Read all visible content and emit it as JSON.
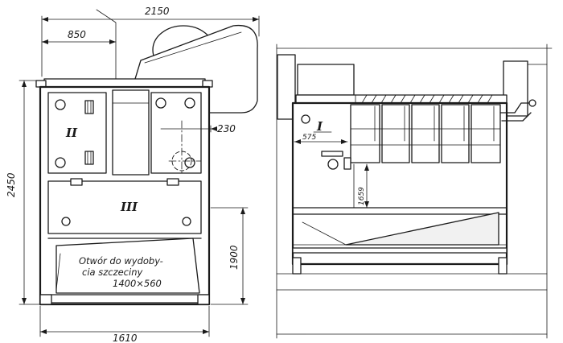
{
  "front_view": {
    "dimensions": {
      "overall_width_top": "2150",
      "offset_width_top": "850",
      "overall_height": "2450",
      "offset_side": "230",
      "lower_height": "1900",
      "base_width": "1610"
    },
    "section_labels": {
      "upper_left": "II",
      "lower": "III"
    },
    "note": {
      "line1": "Otwór do wydoby-",
      "line2": "cia szczeciny",
      "line3": "1400×560"
    }
  },
  "side_view": {
    "dimensions": {
      "left_offset": "575",
      "vertical": "1659"
    },
    "section_labels": {
      "left": "I"
    }
  }
}
